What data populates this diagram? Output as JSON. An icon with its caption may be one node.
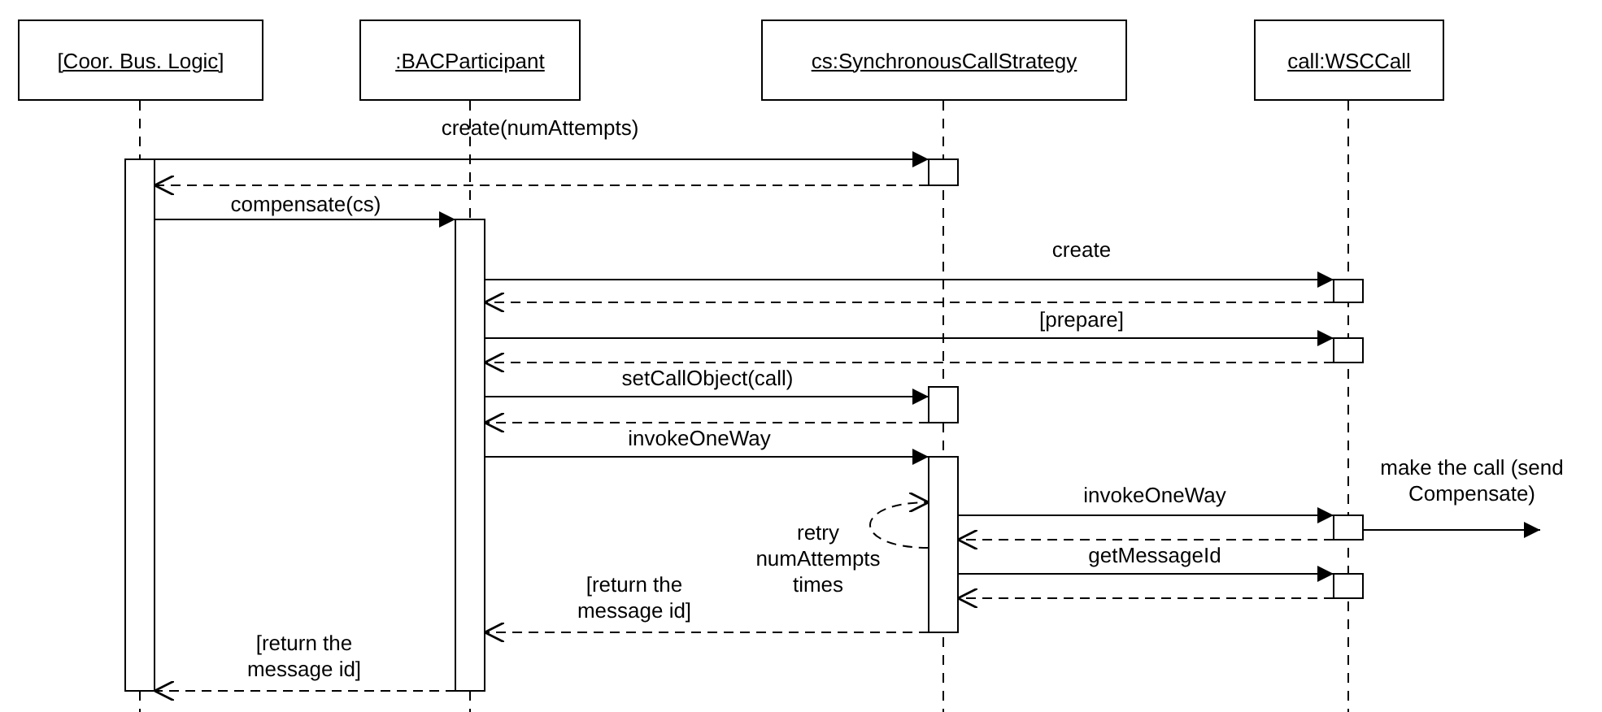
{
  "diagram": {
    "nodes": [
      {
        "text": [
          "[Coor. Bus. Logic]"
        ]
      },
      {
        "text": [
          ":BACParticipant"
        ]
      },
      {
        "text": [
          "cs:SynchronousCallStrategy"
        ]
      },
      {
        "text": [
          "call:WSCCall"
        ]
      },
      {
        "text": [],
        "shape": "bar"
      },
      {
        "text": [],
        "shape": "bar"
      },
      {
        "text": [],
        "shape": "bar"
      },
      {
        "text": [],
        "shape": "bar"
      },
      {
        "text": [],
        "shape": "bar"
      },
      {
        "text": [],
        "shape": "bar"
      },
      {
        "text": [],
        "shape": "bar"
      },
      {
        "text": [],
        "shape": "bar"
      },
      {
        "text": [],
        "shape": "bar"
      }
    ],
    "edges": [
      {
        "from": 4,
        "to": 6,
        "arrow": "to",
        "label": "create(numAttempts)"
      },
      {
        "from": 6,
        "to": 4,
        "arrow": "to",
        "style": "dashed"
      },
      {
        "from": 4,
        "to": 5,
        "arrow": "to",
        "label": "compensate(cs)"
      },
      {
        "from": 5,
        "to": 9,
        "arrow": "to",
        "label": "create"
      },
      {
        "from": 9,
        "to": 5,
        "arrow": "to",
        "style": "dashed"
      },
      {
        "from": 5,
        "to": 10,
        "arrow": "to",
        "label": "[prepare]"
      },
      {
        "from": 10,
        "to": 5,
        "arrow": "to",
        "style": "dashed"
      },
      {
        "from": 5,
        "to": 7,
        "arrow": "to",
        "label": "setCallObject(call)"
      },
      {
        "from": 7,
        "to": 5,
        "arrow": "to",
        "style": "dashed"
      },
      {
        "from": 5,
        "to": 8,
        "arrow": "to",
        "label": "invokeOneWay"
      },
      {
        "from": 8,
        "to": 8,
        "arrow": "to",
        "style": "dashed",
        "label": "retry numAttempts times"
      },
      {
        "from": 8,
        "to": 11,
        "arrow": "to",
        "label": "invokeOneWay"
      },
      {
        "from": 11,
        "to": 8,
        "arrow": "to",
        "style": "dashed"
      },
      {
        "from": 8,
        "to": 12,
        "arrow": "to",
        "label": "getMessageId"
      },
      {
        "from": 12,
        "to": 8,
        "arrow": "to",
        "style": "dashed"
      },
      {
        "from": 8,
        "to": 5,
        "arrow": "to",
        "style": "dashed",
        "label": "[return the message id]"
      },
      {
        "from": 5,
        "to": 4,
        "arrow": "to",
        "style": "dashed",
        "label": "[return the message id]"
      },
      {
        "from": 11,
        "to": null,
        "arrow": "to",
        "label": "make the call (send Compensate)"
      }
    ]
  }
}
